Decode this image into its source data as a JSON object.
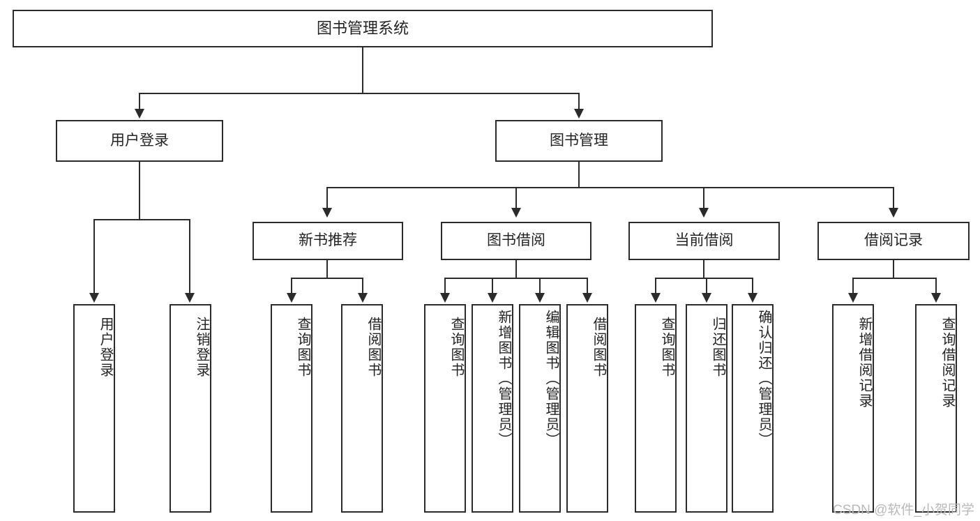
{
  "diagram": {
    "type": "hierarchy-tree",
    "title": "图书管理系统",
    "watermark": "CSDN @软件_小贺同学",
    "colors": {
      "stroke": "#2b2b2b",
      "fill": "#ffffff",
      "text": "#232323",
      "watermark": "#b9b9b9"
    },
    "nodes": {
      "root": {
        "label": "图书管理系统"
      },
      "level2": [
        {
          "id": "user-login",
          "label": "用户登录"
        },
        {
          "id": "book-manage",
          "label": "图书管理"
        }
      ],
      "level3": [
        {
          "id": "new-book-recommend",
          "label": "新书推荐"
        },
        {
          "id": "book-borrow",
          "label": "图书借阅"
        },
        {
          "id": "current-borrow",
          "label": "当前借阅"
        },
        {
          "id": "borrow-record",
          "label": "借阅记录"
        }
      ],
      "leaves": [
        {
          "id": "leaf-user-login",
          "parent": "user-login",
          "label": "用户登录"
        },
        {
          "id": "leaf-logout-login",
          "parent": "user-login",
          "label": "注销登录"
        },
        {
          "id": "leaf-query-book-1",
          "parent": "new-book-recommend",
          "label": "查询图书"
        },
        {
          "id": "leaf-borrow-book-1",
          "parent": "new-book-recommend",
          "label": "借阅图书"
        },
        {
          "id": "leaf-query-book-2",
          "parent": "book-borrow",
          "label": "查询图书"
        },
        {
          "id": "leaf-add-book",
          "parent": "book-borrow",
          "label": "新增图书（管理员）"
        },
        {
          "id": "leaf-edit-book",
          "parent": "book-borrow",
          "label": "编辑图书（管理员）"
        },
        {
          "id": "leaf-borrow-book-2",
          "parent": "book-borrow",
          "label": "借阅图书"
        },
        {
          "id": "leaf-query-book-3",
          "parent": "current-borrow",
          "label": "查询图书"
        },
        {
          "id": "leaf-return-book",
          "parent": "current-borrow",
          "label": "归还图书"
        },
        {
          "id": "leaf-confirm-return",
          "parent": "current-borrow",
          "label": "确认归还（管理员）"
        },
        {
          "id": "leaf-add-record",
          "parent": "borrow-record",
          "label": "新增借阅记录"
        },
        {
          "id": "leaf-query-record",
          "parent": "borrow-record",
          "label": "查询借阅记录"
        }
      ]
    }
  }
}
